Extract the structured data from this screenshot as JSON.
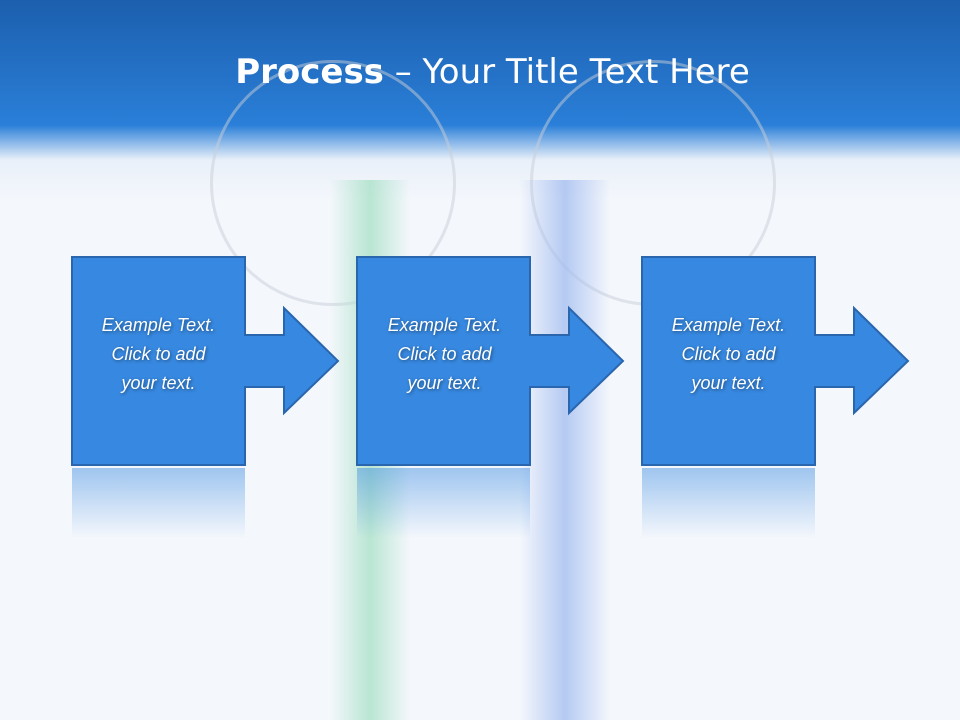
{
  "title": {
    "bold": "Process",
    "rest": " – Your Title Text Here"
  },
  "steps": [
    {
      "lines": [
        "Example Text.",
        "Click  to add",
        "your text."
      ]
    },
    {
      "lines": [
        "Example Text.",
        "Click  to add",
        "your text."
      ]
    },
    {
      "lines": [
        "Example Text.",
        "Click  to add",
        "your text."
      ]
    }
  ],
  "colors": {
    "accent": "#3788e0",
    "border": "#2a66ae",
    "header": "#2a7fd8"
  }
}
